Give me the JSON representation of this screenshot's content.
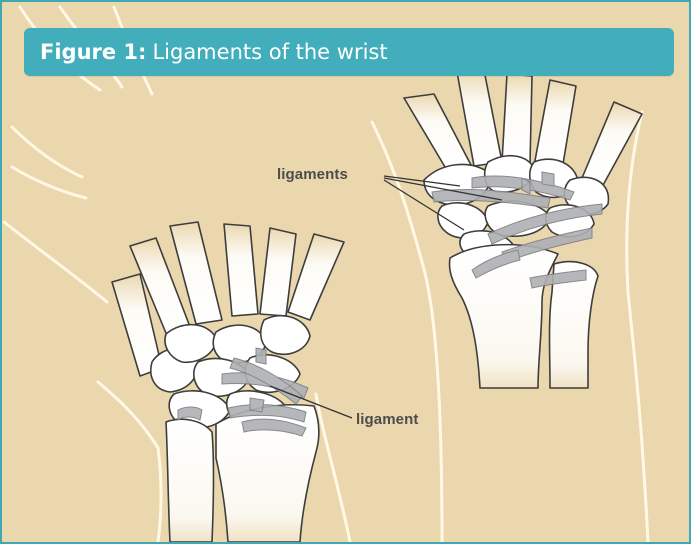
{
  "figure": {
    "label": "Figure 1:",
    "title": "Ligaments of the wrist"
  },
  "callouts": {
    "ligaments": "ligaments",
    "ligament": "ligament"
  },
  "colors": {
    "background": "#ead7ad",
    "skin_outline": "#fff9e9",
    "bone_fill": "#ffffff",
    "bone_outline": "#3d3d3d",
    "ligament_fill": "#aeb0b4",
    "caption_bar": "#43aebb",
    "caption_text": "#ffffff",
    "callout_text": "#4d4d4d"
  }
}
